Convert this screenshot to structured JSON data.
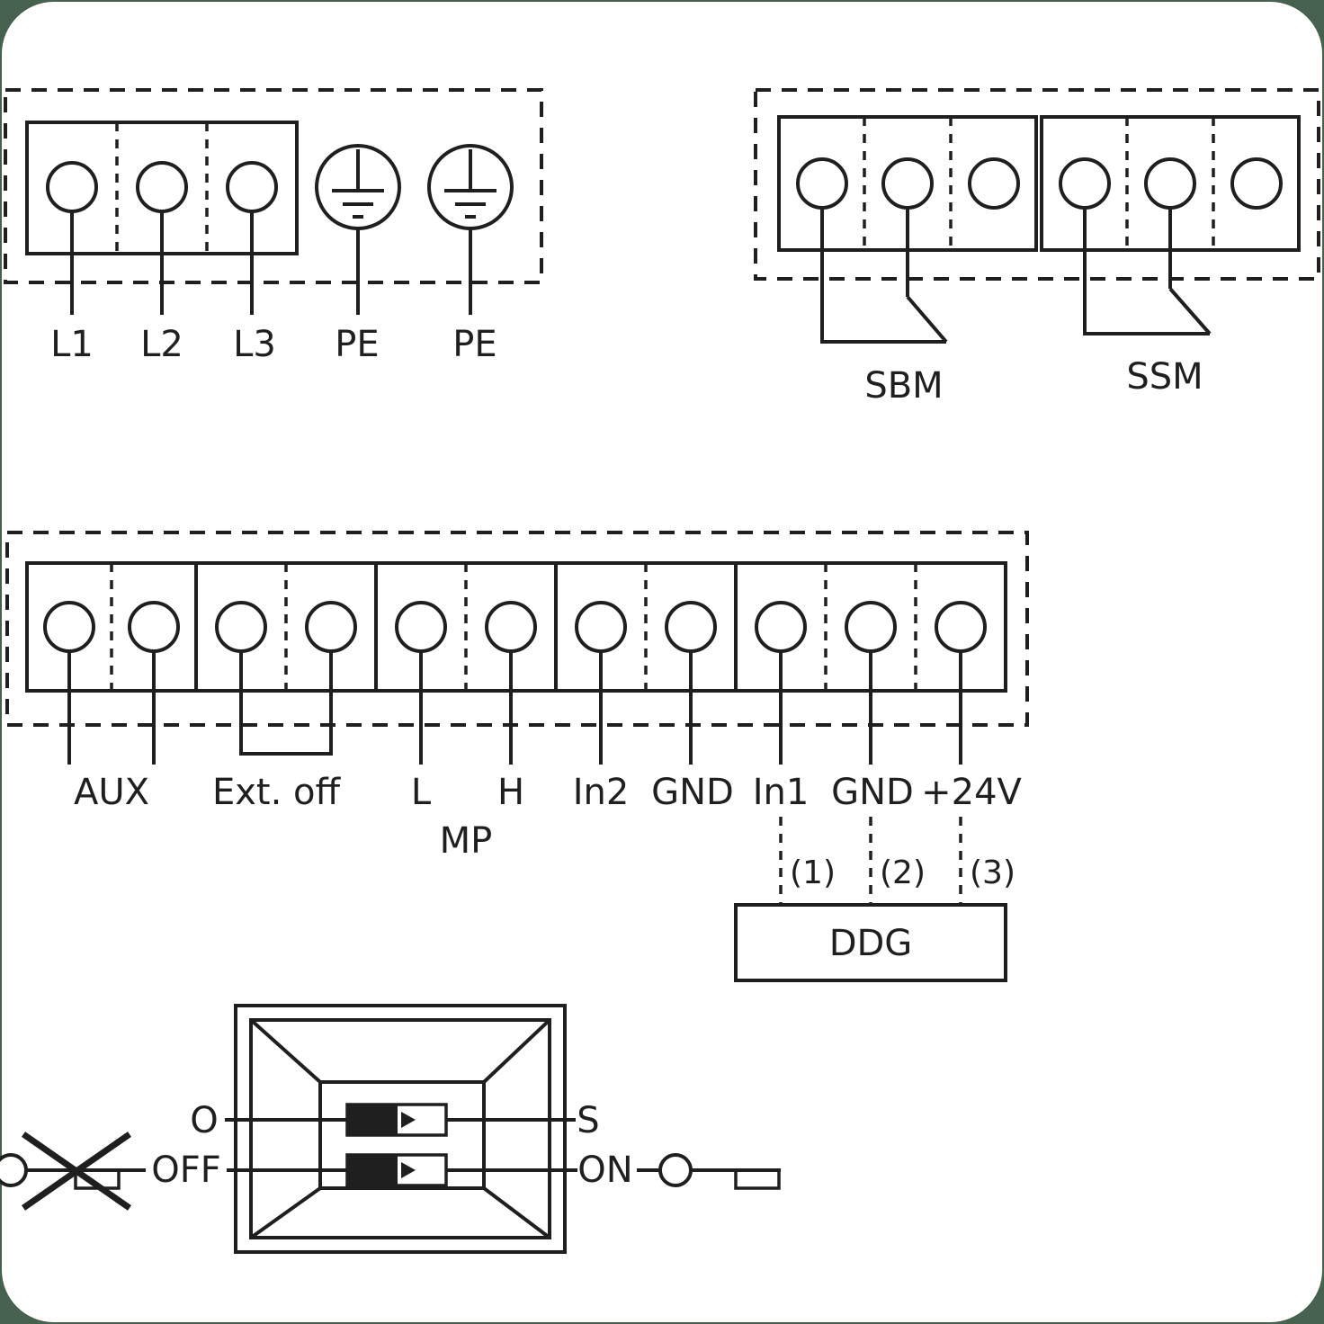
{
  "colors": {
    "canvas": "#46614f",
    "panel": "#ffffff",
    "line": "#1f1f1f"
  },
  "power_block": {
    "terminals": [
      "L1",
      "L2",
      "L3"
    ],
    "pe": [
      "PE",
      "PE"
    ]
  },
  "relay_block": {
    "sbm": "SBM",
    "ssm": "SSM"
  },
  "control_block": {
    "labels": [
      "AUX",
      "Ext. off",
      "L",
      "H",
      "In2",
      "GND",
      "In1",
      "GND",
      "+24V"
    ],
    "mp": "MP"
  },
  "sensor": {
    "pins": [
      "(1)",
      "(2)",
      "(3)"
    ],
    "label": "DDG"
  },
  "dip": {
    "o": "O",
    "s": "S",
    "off": "OFF",
    "on": "ON"
  }
}
